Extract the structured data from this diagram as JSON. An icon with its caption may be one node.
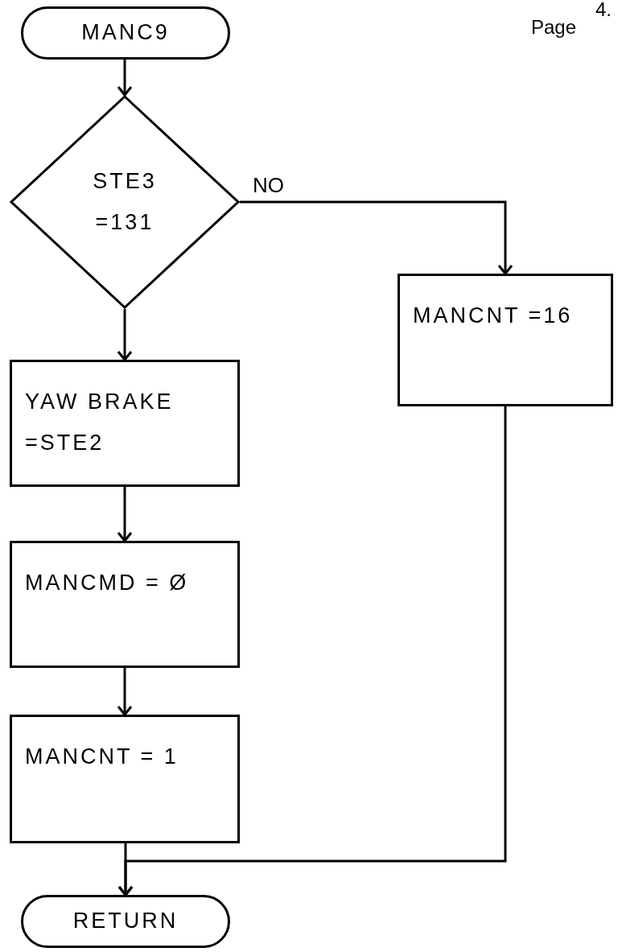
{
  "diagram": {
    "nodes": [
      {
        "text": [
          "MANC9"
        ]
      },
      {
        "text": [
          "STE3 =131"
        ]
      },
      {
        "text": [
          "MANCNT =16"
        ]
      },
      {
        "text": [
          "YAW BRAKE =STE2"
        ]
      },
      {
        "text": [
          "MANCMD = Ø"
        ]
      },
      {
        "text": [
          "MANCNT = 1"
        ]
      },
      {
        "text": [
          "RETURN"
        ]
      }
    ],
    "edges": [
      {
        "from": 0,
        "to": 1,
        "arrow": "to"
      },
      {
        "from": 1,
        "to": 2,
        "arrow": "to",
        "label": "NO"
      },
      {
        "from": 1,
        "to": 3,
        "arrow": "to"
      },
      {
        "from": 3,
        "to": 4,
        "arrow": "to"
      },
      {
        "from": 4,
        "to": 5,
        "arrow": "to"
      },
      {
        "from": 5,
        "to": 6,
        "arrow": "to"
      },
      {
        "from": 2,
        "to": 6,
        "arrow": "to"
      }
    ],
    "labels": [
      "4.",
      "Page"
    ]
  }
}
